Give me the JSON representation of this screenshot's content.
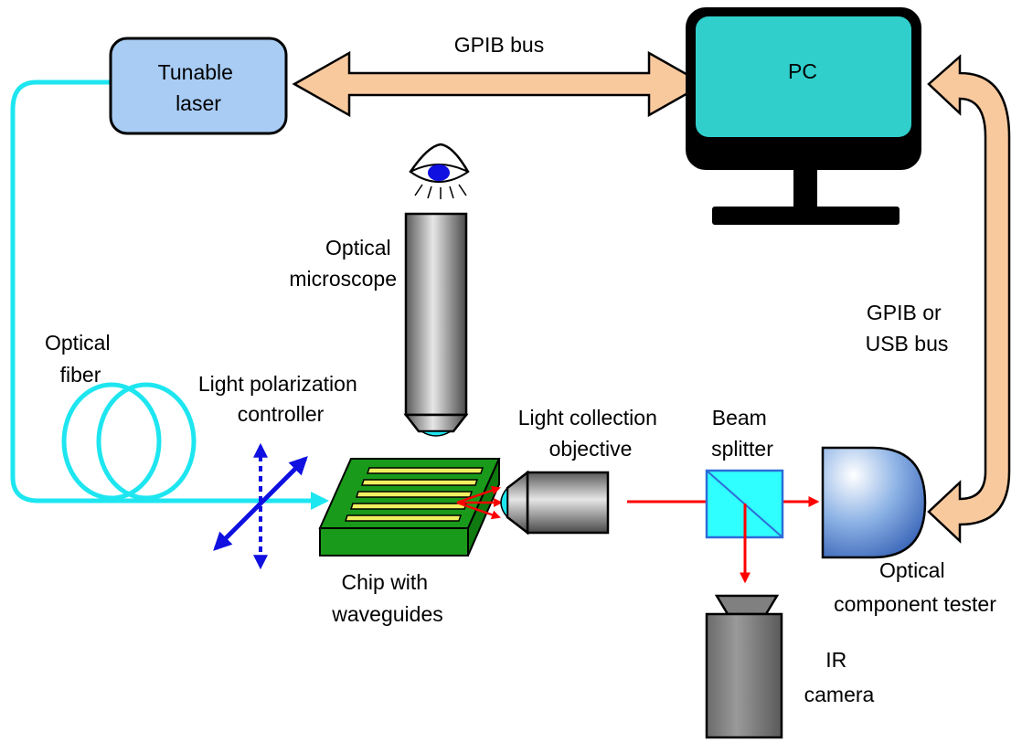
{
  "labels": {
    "gpib_bus": "GPIB bus",
    "tunable_laser": [
      "Tunable",
      "laser"
    ],
    "pc": "PC",
    "optical_microscope": [
      "Optical",
      "microscope"
    ],
    "optical_fiber": [
      "Optical",
      "fiber"
    ],
    "light_polarization_controller": [
      "Light polarization",
      "controller"
    ],
    "light_collection_objective": [
      "Light collection",
      "objective"
    ],
    "beam_splitter": [
      "Beam",
      "splitter"
    ],
    "gpib_or_usb_bus": [
      "GPIB or",
      "USB bus"
    ],
    "chip_with_waveguides": [
      "Chip with",
      "waveguides"
    ],
    "optical_component_tester": [
      "Optical",
      "component tester"
    ],
    "ir_camera": [
      "IR",
      "camera"
    ]
  },
  "colors": {
    "laser_fill": "#a8ccf4",
    "pc_screen": "#30cfcc",
    "bus_arrow": "#f9c99e",
    "fiber": "#1ee6f0",
    "laser_beam": "#ff0000",
    "polarizer": "#1010e0",
    "chip_base": "#1a9a1a",
    "waveguide": "#f0f060",
    "camera_gray": "#808080",
    "splitter_fill": "#30ffff"
  }
}
